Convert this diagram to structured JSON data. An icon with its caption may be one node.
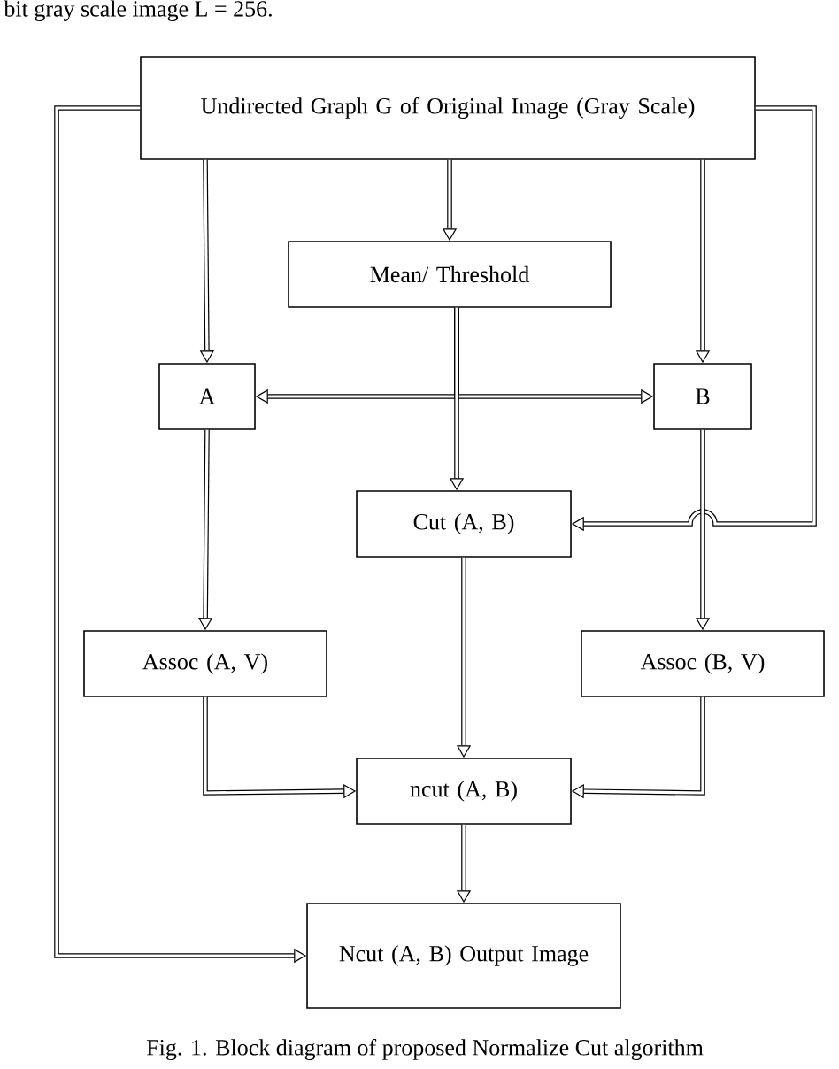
{
  "diagram": {
    "caption": "Fig. 1.  Block diagram of proposed Normalize Cut algorithm",
    "nodes": [
      {
        "text": [
          "Undirected Graph G of Original Image (Gray Scale)"
        ]
      },
      {
        "text": [
          "Mean/ Threshold"
        ]
      },
      {
        "text": [
          "A"
        ]
      },
      {
        "text": [
          "B"
        ]
      },
      {
        "text": [
          "Cut (A, B)"
        ]
      },
      {
        "text": [
          "Assoc (A, V)"
        ]
      },
      {
        "text": [
          "Assoc (B, V)"
        ]
      },
      {
        "text": [
          "ncut (A, B)"
        ]
      },
      {
        "text": [
          "Ncut (A, B) Output Image"
        ]
      }
    ],
    "edges": [
      {
        "from": 0,
        "to": 2,
        "arrow": "to"
      },
      {
        "from": 0,
        "to": 1,
        "arrow": "to"
      },
      {
        "from": 0,
        "to": 3,
        "arrow": "to"
      },
      {
        "from": 1,
        "to": 2,
        "arrow": "to"
      },
      {
        "from": 1,
        "to": 3,
        "arrow": "to"
      },
      {
        "from": 1,
        "to": 4,
        "arrow": "to"
      },
      {
        "from": 0,
        "to": 4,
        "arrow": "to"
      },
      {
        "from": 0,
        "to": 8,
        "arrow": "to"
      },
      {
        "from": 2,
        "to": 5,
        "arrow": "to"
      },
      {
        "from": 3,
        "to": 6,
        "arrow": "to"
      },
      {
        "from": 4,
        "to": 7,
        "arrow": "to"
      },
      {
        "from": 5,
        "to": 7,
        "arrow": "to"
      },
      {
        "from": 6,
        "to": 7,
        "arrow": "to"
      },
      {
        "from": 7,
        "to": 8,
        "arrow": "to"
      }
    ],
    "labels": [
      "bit gray scale image L = 256."
    ]
  }
}
